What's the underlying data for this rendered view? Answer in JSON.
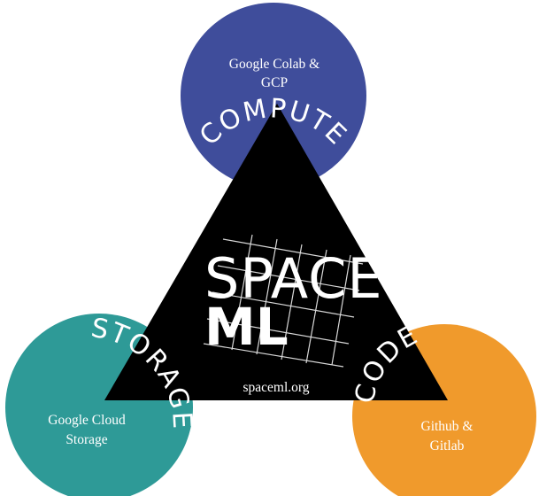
{
  "colors": {
    "compute": "#3f4d9b",
    "storage": "#2e9a97",
    "code": "#f09a2c",
    "triangle": "#000000",
    "text": "#ffffff"
  },
  "compute": {
    "heading": "COMPUTE",
    "tools_line1": "Google Colab &",
    "tools_line2": "GCP"
  },
  "storage": {
    "heading": "STORAGE",
    "tools_line1": "Google Cloud",
    "tools_line2": "Storage"
  },
  "code": {
    "heading": "CODE",
    "tools_line1": "Github &",
    "tools_line2": "Gitlab"
  },
  "logo": {
    "line1": "SPACE",
    "line2": "ML",
    "url": "spaceml.org"
  }
}
